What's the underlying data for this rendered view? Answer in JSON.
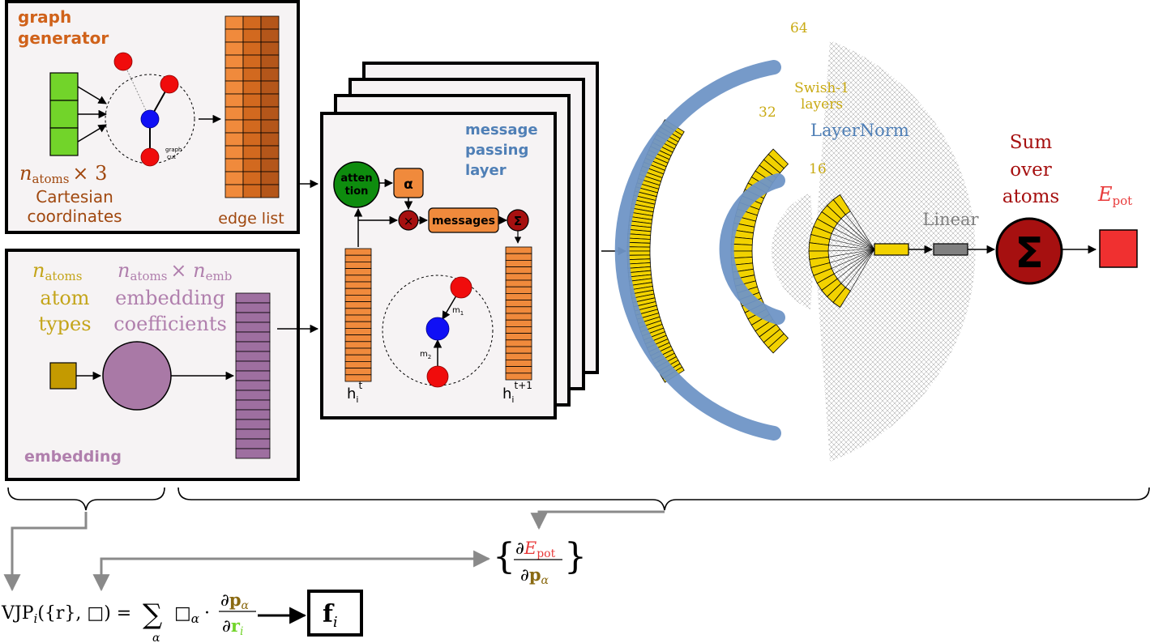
{
  "colors": {
    "orange_title": "#d0621a",
    "brown_text": "#a0480f",
    "green_input": "#72d42a",
    "edge_orange": "#f08a3c",
    "edge_brown": "#b4561a",
    "olive_text": "#c4a51a",
    "purple_text": "#b07fad",
    "purple_cells": "#9e6fa0",
    "blue_text": "#4f7fb6",
    "yellow_layer": "#f2d200",
    "yellow_text": "#c9aa14",
    "layernorm_blue": "#6f95c6",
    "grey_text": "#808080",
    "darkred": "#a61010",
    "red_text": "#e83a3a",
    "epot_red": "#f03030",
    "panel_bg": "#f6f3f4"
  },
  "graph_generator": {
    "title_line1": "graph",
    "title_line2": "generator",
    "natoms_math": "n",
    "natoms_sub": "atoms",
    "times_three": "× 3",
    "cartesian": "Cartesian",
    "coordinates": "coordinates",
    "graph_cut": "graph",
    "graph_cut2": "cut",
    "edge_list": "edge list"
  },
  "embedding": {
    "natoms_math": "n",
    "natoms_sub": "atoms",
    "atom": "atom",
    "types": "types",
    "nemb_prefix": "n",
    "nemb_sub1": "atoms",
    "nemb_times": "× n",
    "nemb_sub2": "emb",
    "embedding_word": "embedding",
    "coefficients": "coefficients",
    "panel_label": "embedding"
  },
  "mp_layer": {
    "title_line1": "message",
    "title_line2": "passing",
    "title_line3": "layer",
    "attention_line1": "atten",
    "attention_line2": "tion",
    "alpha": "α",
    "times": "×",
    "messages": "messages",
    "sigma": "Σ",
    "h_left": "h",
    "h_left_sub": "i",
    "h_left_sup": "t",
    "h_right": "h",
    "h_right_sub": "i",
    "h_right_sup": "t+1",
    "m1": "m",
    "m1_sub": "1",
    "m2": "m",
    "m2_sub": "2"
  },
  "mlp": {
    "width_64": "64",
    "width_32": "32",
    "width_16": "16",
    "swish_line1": "Swish-1",
    "swish_line2": "layers",
    "layernorm": "LayerNorm",
    "linear": "Linear",
    "sum_line1": "Sum",
    "sum_line2": "over",
    "sum_line3": "atoms",
    "sum_symbol": "Σ",
    "epot_E": "E",
    "epot_sub": "pot"
  },
  "bottom": {
    "deriv_num_partial": "∂",
    "deriv_num_E": "E",
    "deriv_num_sub": "pot",
    "deriv_den_partial": "∂",
    "deriv_den_p": "p",
    "deriv_den_sub": "α",
    "vjp_lhs": "VJP",
    "vjp_i": "i",
    "vjp_args": "({r}, □) =",
    "vjp_sum": "∑",
    "vjp_sum_sub": "α",
    "vjp_box": "□",
    "vjp_alpha": "α",
    "vjp_dot": "·",
    "frac_num_partial": "∂",
    "frac_num_p": "p",
    "frac_num_sub": "α",
    "frac_den_partial": "∂",
    "frac_den_r": "r",
    "frac_den_sub": "i",
    "force_f": "f",
    "force_sub": "i"
  }
}
